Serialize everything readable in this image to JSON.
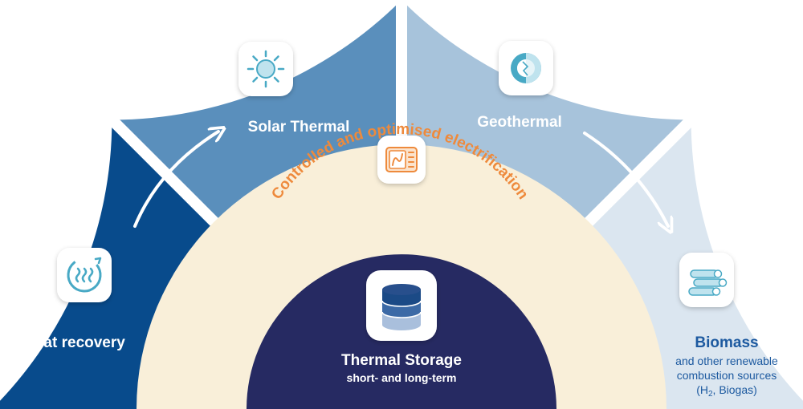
{
  "sectors": [
    {
      "label": "Heat recovery",
      "color": "#084b8c",
      "icon": "heat-waves-icon"
    },
    {
      "label": "Solar Thermal",
      "color": "#5a8fbc",
      "icon": "sun-icon"
    },
    {
      "label": "Geothermal",
      "color": "#a7c3db",
      "icon": "globe-core-icon"
    },
    {
      "label": "Biomass",
      "sub_lines": [
        "and other renewable",
        "combustion sources"
      ],
      "color": "#dbe6f0",
      "icon": "logs-icon"
    }
  ],
  "biomass_note": {
    "prefix": "(H",
    "subscript": "2",
    "suffix": ", Biogas)"
  },
  "middle_ring": {
    "label": "Controlled and optimised electrification",
    "color": "#f9efd9",
    "icon": "electrification-panel-icon",
    "text_color": "#ee8a3c"
  },
  "center": {
    "title": "Thermal Storage",
    "subtitle": "short- and long-term",
    "color": "#262a62",
    "icon": "storage-tank-icon"
  },
  "colors": {
    "icon_accent": "#48a9c5",
    "arrow": "#ffffff"
  }
}
